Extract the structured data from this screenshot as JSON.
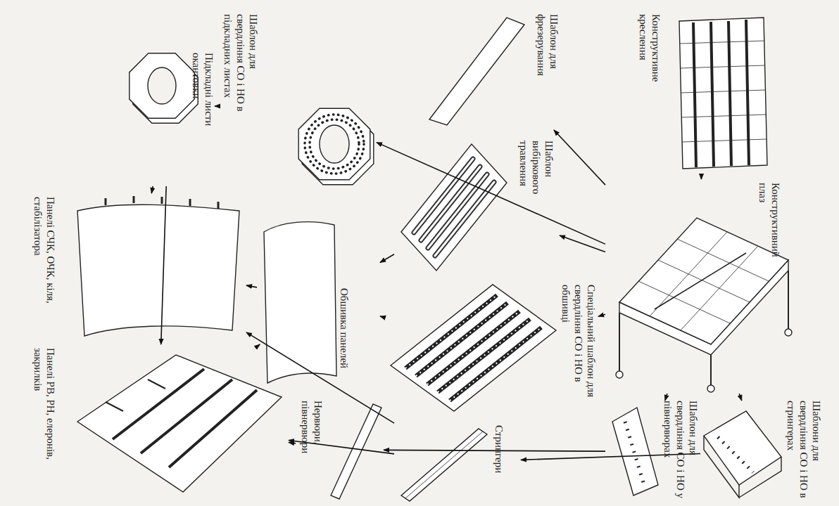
{
  "diagram": {
    "nodes": [
      {
        "text": [
          "Конструктивне креслення"
        ]
      },
      {
        "text": [
          "Конструктивний плаз"
        ]
      },
      {
        "text": [
          "Шаблон для фрезерування"
        ]
      },
      {
        "text": [
          "Шаблон вибіркового травлення"
        ]
      },
      {
        "text": [
          "Шаблон для свердління СО і НО в підкладних листах"
        ]
      },
      {
        "text": [
          "Підкладні листи окантовки"
        ]
      },
      {
        "text": [
          "Обшивка панелей"
        ]
      },
      {
        "text": [
          "Спеціальний шаблон для свердління СО і НО в обшивці"
        ]
      },
      {
        "text": [
          "Шаблони для свердління СО і НО в стрингерах"
        ]
      },
      {
        "text": [
          "Шаблон для свердління СО і НО у півнервюрах"
        ]
      },
      {
        "text": [
          "Стрингери"
        ]
      },
      {
        "text": [
          "Нервюри, півнервюри"
        ]
      },
      {
        "text": [
          "Панелі СЧК, ОЧК, кіля, стабілізатора"
        ]
      },
      {
        "text": [
          "Панелі РВ, РН, елеронів, закрилків"
        ]
      }
    ],
    "edges": [
      {
        "from": 0,
        "to": 1,
        "arrow": "to"
      },
      {
        "from": 1,
        "to": 2,
        "arrow": "to"
      },
      {
        "from": 1,
        "to": 3,
        "arrow": "to"
      },
      {
        "from": 1,
        "to": 4,
        "arrow": "to"
      },
      {
        "from": 1,
        "to": 7,
        "arrow": "to"
      },
      {
        "from": 1,
        "to": 8,
        "arrow": "to"
      },
      {
        "from": 1,
        "to": 9,
        "arrow": "to"
      },
      {
        "from": 3,
        "to": 6,
        "arrow": "to"
      },
      {
        "from": 4,
        "to": 5,
        "arrow": "to"
      },
      {
        "from": 7,
        "to": 6,
        "arrow": "to"
      },
      {
        "from": 5,
        "to": 12,
        "arrow": "to"
      },
      {
        "from": 5,
        "to": 13,
        "arrow": "to"
      },
      {
        "from": 6,
        "to": 12,
        "arrow": "to"
      },
      {
        "from": 6,
        "to": 13,
        "arrow": "to"
      },
      {
        "from": 8,
        "to": 10,
        "arrow": "to"
      },
      {
        "from": 9,
        "to": 11,
        "arrow": "to"
      },
      {
        "from": 10,
        "to": 12,
        "arrow": "to"
      },
      {
        "from": 10,
        "to": 13,
        "arrow": "to"
      },
      {
        "from": 11,
        "to": 13,
        "arrow": "to"
      }
    ]
  }
}
